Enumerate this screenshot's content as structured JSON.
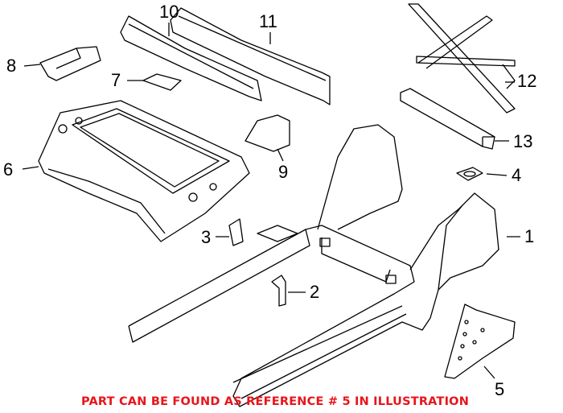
{
  "diagram": {
    "callouts": [
      "1",
      "2",
      "3",
      "4",
      "5",
      "6",
      "7",
      "8",
      "9",
      "10",
      "11",
      "12",
      "13"
    ],
    "note": "PART CAN BE FOUND AS REFERENCE # 5 IN ILLUSTRATION",
    "note_color": "#e8141b"
  }
}
